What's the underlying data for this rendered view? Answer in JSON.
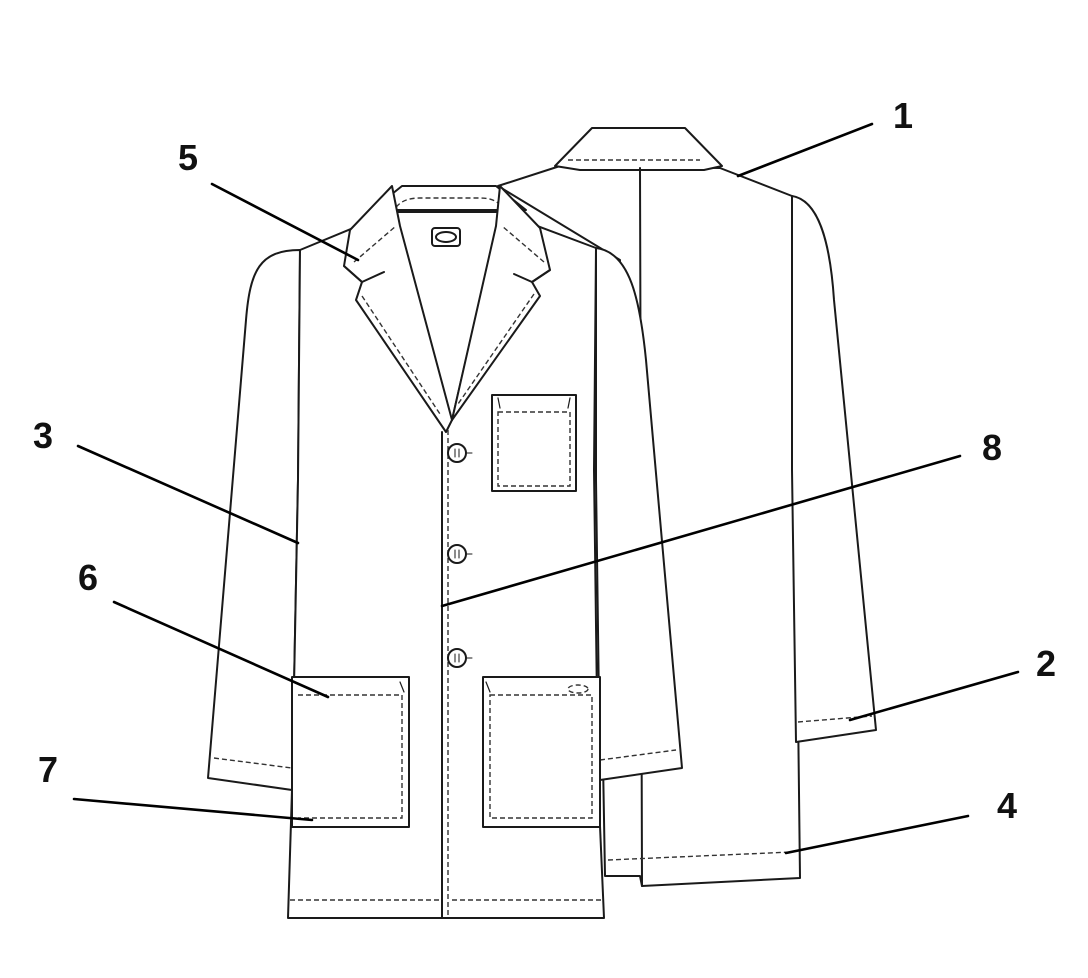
{
  "callouts": [
    {
      "label": "1",
      "part": "collar-back"
    },
    {
      "label": "2",
      "part": "sleeve-cuff-hem"
    },
    {
      "label": "3",
      "part": "sleeve-seam"
    },
    {
      "label": "4",
      "part": "back-hem"
    },
    {
      "label": "5",
      "part": "notch-collar"
    },
    {
      "label": "6",
      "part": "lower-pocket-top"
    },
    {
      "label": "7",
      "part": "lower-pocket-bottom"
    },
    {
      "label": "8",
      "part": "center-front-placket"
    }
  ],
  "colors": {
    "line": "#1a1a1a",
    "background": "#ffffff"
  }
}
